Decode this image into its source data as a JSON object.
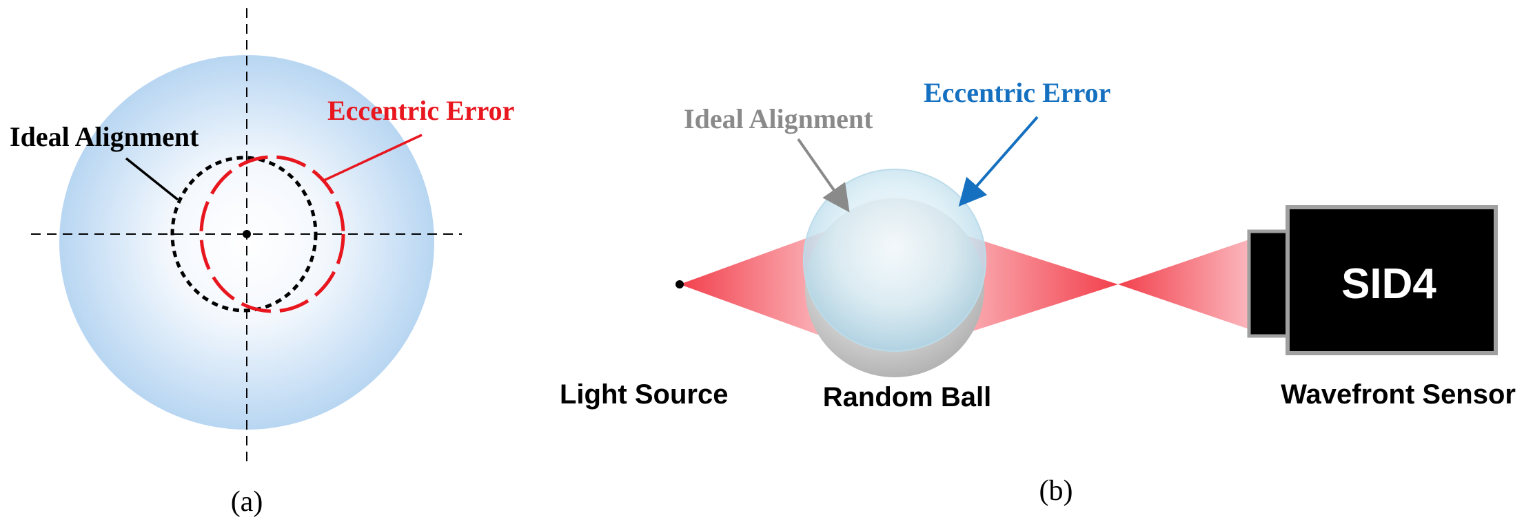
{
  "panel_a": {
    "label": "(a)",
    "ideal_alignment_label": "Ideal Alignment",
    "eccentric_error_label": "Eccentric Error"
  },
  "panel_b": {
    "label": "(b)",
    "ideal_alignment_label": "Ideal Alignment",
    "eccentric_error_label": "Eccentric Error",
    "light_source_label": "Light Source",
    "random_ball_label": "Random Ball",
    "wavefront_sensor_label": "Wavefront Sensor",
    "sensor_model_label": "SID4"
  },
  "colors": {
    "eccentric_red": "#e8161e",
    "eccentric_blue": "#1570c0",
    "ideal_gray": "#8a8a8a",
    "ideal_black": "#000000",
    "disk_blue": "#b8d6f2",
    "beam_red": "#f2404c",
    "sensor_body": "#000000",
    "sensor_border": "#a0a0a0"
  }
}
